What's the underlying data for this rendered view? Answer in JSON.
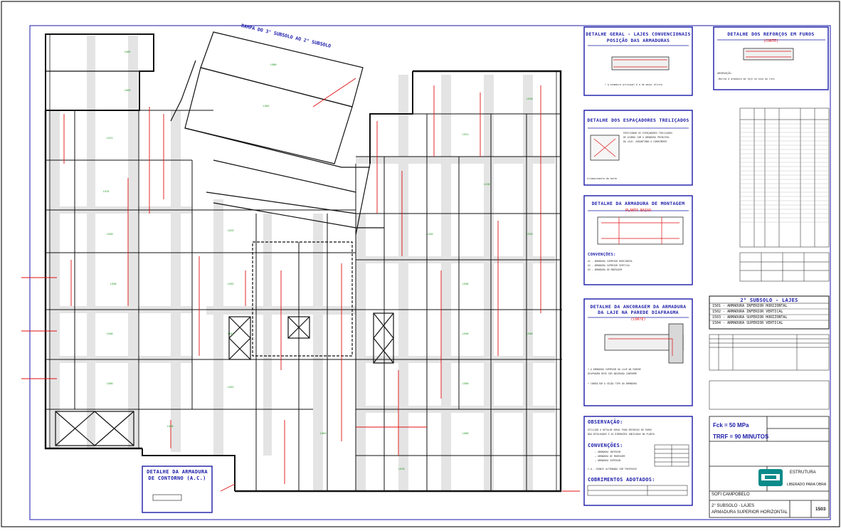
{
  "drawing": {
    "ramp_label": "RAMPA DO 3° SUBSOLO AO 2° SUBSOLO",
    "contour_detail": {
      "title_line1": "DETALHE DA ARMADURA",
      "title_line2": "DE CONTORNO (A.C.)"
    }
  },
  "details": {
    "general": {
      "title_line1": "DETALHE GERAL - LAJES CONVENCIONAIS",
      "title_line2": "POSIÇÃO DAS ARMADURAS"
    },
    "holes": {
      "title": "DETALHE DOS REFORÇOS EM FUROS",
      "subtitle": "(CORTE)"
    },
    "spacers": {
      "title": "DETALHE DOS ESPAÇADORES TRELIÇADOS"
    },
    "assembly": {
      "title": "DETALHE DA ARMADURA DE MONTAGEM",
      "subtitle": "PLANTA BAIXA",
      "conventions_label": "CONVENÇÕES:"
    },
    "anchorage": {
      "title_line1": "DETALHE DA ANCORAGEM DA ARMADURA",
      "title_line2": "DA LAJE NA PAREDE DIAFRAGMA",
      "subtitle": "(CORTE)"
    },
    "notes": {
      "observation_label": "OBSERVAÇÃO:",
      "conventions_label": "CONVENÇÕES:",
      "covers_label": "COBRIMENTOS ADOTADOS:"
    }
  },
  "legend": {
    "title": "2° SUBSOLO - LAJES",
    "rows": [
      {
        "code": "1501",
        "desc": "ARMADURA INFERIOR HORIZONTAL"
      },
      {
        "code": "1502",
        "desc": "ARMADURA INFERIOR VERTICAL"
      },
      {
        "code": "1503",
        "desc": "ARMADURA SUPERIOR HORIZONTAL"
      },
      {
        "code": "1504",
        "desc": "ARMADURA SUPERIOR VERTICAL"
      }
    ]
  },
  "title_block": {
    "fck": "Fck = 50 MPa",
    "trrf": "TRRF = 90 MINUTOS",
    "discipline": "ESTRUTURA",
    "status": "LIBERADO PARA OBRA",
    "client": "SOFI CAMPOBELO",
    "sheet_title_line1": "2° SUBSOLO - LAJES",
    "sheet_title_line2": "ARMADURA SUPERIOR HORIZONTAL",
    "sheet_number": "1503"
  },
  "colors": {
    "border": "#1a1aa8",
    "rebar": "#e01010",
    "slab_id": "#0a8a0a",
    "structure": "#111111",
    "shading": "#e6e6e6"
  }
}
